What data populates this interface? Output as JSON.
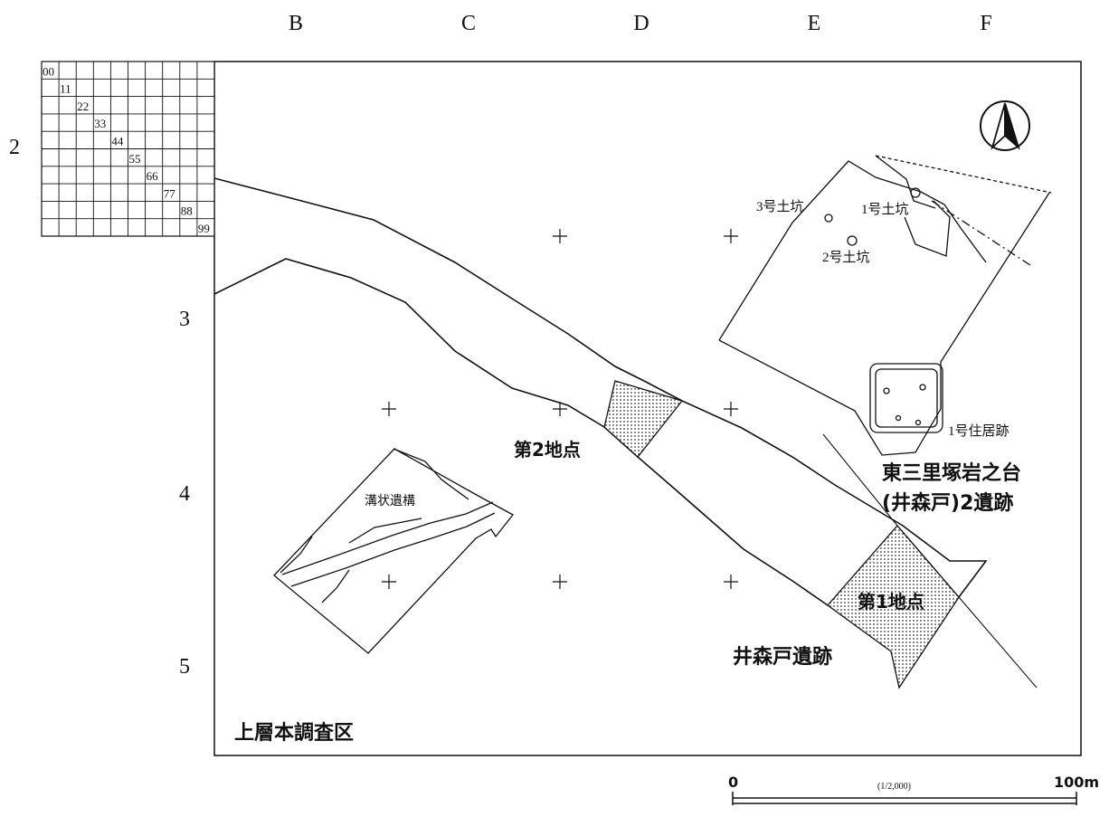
{
  "grid": {
    "columns": [
      "B",
      "C",
      "D",
      "E",
      "F"
    ],
    "rows": [
      "2",
      "3",
      "4",
      "5"
    ],
    "subgrid_numbers": [
      "00",
      "11",
      "22",
      "33",
      "44",
      "55",
      "66",
      "77",
      "88",
      "99"
    ]
  },
  "labels": {
    "pit3": "3号土坑",
    "pit1": "1号土坑",
    "pit2": "2号土坑",
    "dwelling1": "1号住居跡",
    "site_east_line1": "東三里塚岩之台",
    "site_east_line2": "(井森戸)2遺跡",
    "point2": "第2地点",
    "point1": "第1地点",
    "ditch": "溝状遺構",
    "imorito_site": "井森戸遺跡",
    "upper_area": "上層本調査区"
  },
  "scale_bar": {
    "start": "0",
    "end": "100m",
    "ratio": "(1/2,000)"
  },
  "icons": {
    "north_arrow": "north-arrow-icon"
  }
}
